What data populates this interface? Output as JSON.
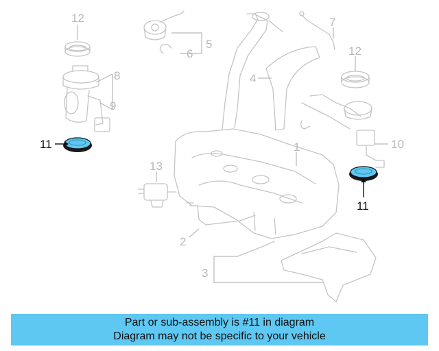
{
  "callouts": {
    "c1": "1",
    "c2": "2",
    "c3": "3",
    "c4": "4",
    "c5": "5",
    "c6": "6",
    "c7": "7",
    "c8": "8",
    "c9": "9",
    "c10": "10",
    "c11_left": "11",
    "c11_right": "11",
    "c12_left": "12",
    "c12_right": "12",
    "c13": "13"
  },
  "colors": {
    "highlight_fill": "#5ec8f2",
    "banner_bg": "#5ec8f2",
    "faded_part": "#c4c4c4",
    "highlight_text": "#111111"
  },
  "banner": {
    "line1": "Part or sub-assembly is #11 in diagram",
    "line2": "Diagram may not be specific to your vehicle"
  }
}
